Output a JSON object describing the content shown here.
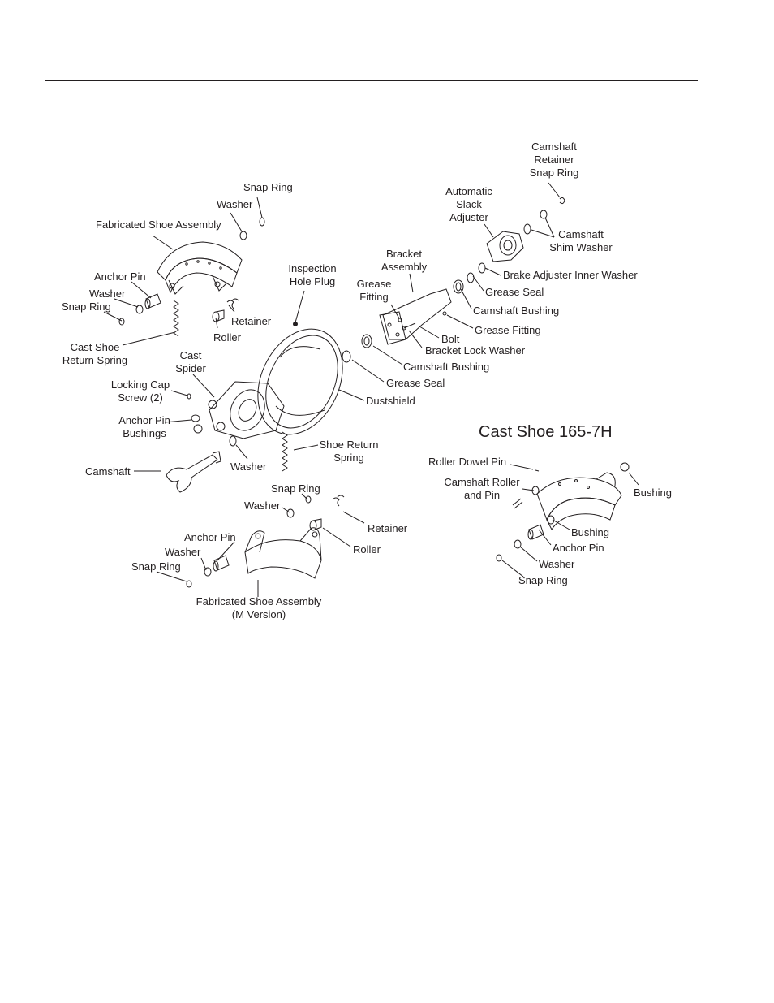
{
  "subtitle": "Cast Shoe 165-7H",
  "labels": {
    "camshaft_retainer_snap_ring": "Camshaft\nRetainer\nSnap Ring",
    "automatic_slack_adjuster": "Automatic\nSlack\nAdjuster",
    "camshaft_shim_washer": "Camshaft\nShim Washer",
    "snap_ring_top": "Snap Ring",
    "washer_top": "Washer",
    "fabricated_shoe_assembly_top": "Fabricated Shoe Assembly",
    "inspection_hole_plug": "Inspection\nHole Plug",
    "bracket_assembly": "Bracket\nAssembly",
    "grease_fitting_left": "Grease\nFitting",
    "brake_adjuster_inner_washer": "Brake Adjuster Inner Washer",
    "grease_seal_right": "Grease Seal",
    "camshaft_bushing_right": "Camshaft Bushing",
    "grease_fitting_right": "Grease Fitting",
    "anchor_pin_top": "Anchor Pin",
    "washer_left": "Washer",
    "snap_ring_left": "Snap Ring",
    "retainer_top": "Retainer",
    "roller_top": "Roller",
    "bolt": "Bolt",
    "bracket_lock_washer": "Bracket Lock Washer",
    "cast_shoe_return_spring": "Cast Shoe\nReturn Spring",
    "cast_spider": "Cast\nSpider",
    "camshaft_bushing_mid": "Camshaft Bushing",
    "grease_seal_mid": "Grease Seal",
    "locking_cap_screw": "Locking Cap\nScrew (2)",
    "dustshield": "Dustshield",
    "anchor_pin_bushings": "Anchor Pin\nBushings",
    "shoe_return_spring": "Shoe Return\nSpring",
    "camshaft": "Camshaft",
    "washer_mid": "Washer",
    "roller_dowel_pin": "Roller Dowel Pin",
    "camshaft_roller_and_pin": "Camshaft Roller\nand Pin",
    "bushing_right": "Bushing",
    "snap_ring_mid": "Snap Ring",
    "washer_mid2": "Washer",
    "retainer_bottom": "Retainer",
    "bushing_cast": "Bushing",
    "anchor_pin_mid": "Anchor Pin",
    "anchor_pin_cast": "Anchor Pin",
    "roller_bottom": "Roller",
    "washer_bottom": "Washer",
    "washer_cast": "Washer",
    "snap_ring_bottom": "Snap Ring",
    "snap_ring_cast": "Snap Ring",
    "fabricated_shoe_assembly_m": "Fabricated Shoe Assembly\n(M Version)"
  }
}
